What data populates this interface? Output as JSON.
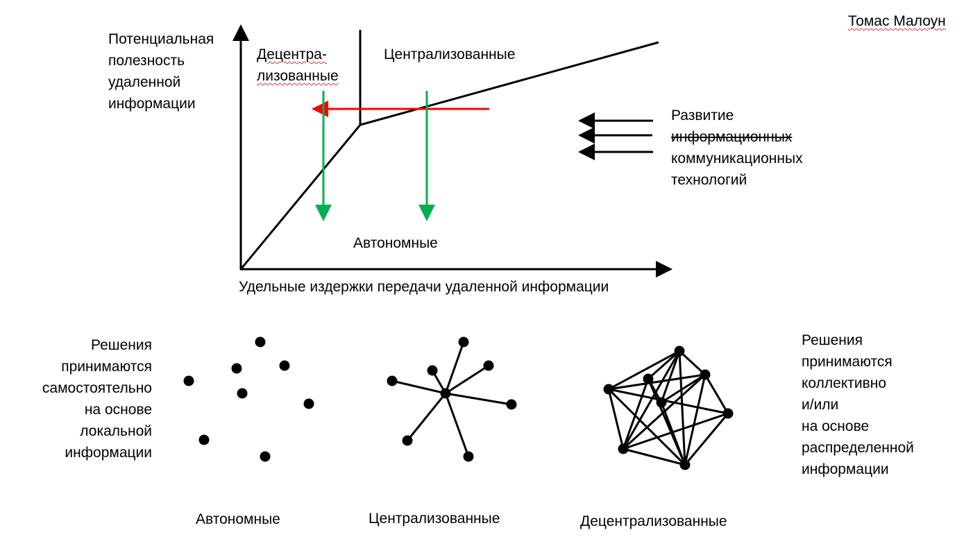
{
  "author": "Томас Малоун",
  "graph": {
    "y_axis_label": [
      "Потенциальная",
      "полезность",
      "удаленной",
      "информации"
    ],
    "x_axis_label": "Удельные издержки передачи удаленной информации",
    "region_decentralized": [
      "Децентра-",
      "лизованные"
    ],
    "region_centralized": "Централизованные",
    "region_autonomous": "Автономные",
    "colors": {
      "axis": "#000000",
      "cost_shift_arrow": "#ff0000",
      "transition_arrows": "#00b050"
    }
  },
  "ict_note": {
    "lines": [
      "Развитие",
      "информационных",
      "коммуникационных",
      "технологий"
    ],
    "struck_line_index": 1
  },
  "left_note": [
    "Решения",
    "принимаются",
    "самостоятельно",
    "на основе",
    "локальной",
    "информации"
  ],
  "right_note": [
    "Решения",
    "принимаются",
    "коллективно",
    "и/или",
    "на основе",
    "распределенной",
    "информации"
  ],
  "networks": {
    "autonomous": "Автономные",
    "centralized": "Централизованные",
    "decentralized": "Децентрализованные"
  }
}
